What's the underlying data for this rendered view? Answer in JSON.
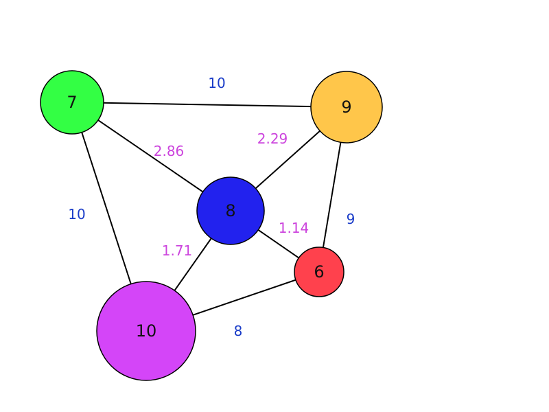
{
  "title": "Weighted graph",
  "colors": {
    "integer_weight": "#1a3cc8",
    "fraction_weight": "#cc44dd"
  },
  "nodes": [
    {
      "id": "n7",
      "label": "7",
      "color": "#33ff44",
      "size": 7
    },
    {
      "id": "n9",
      "label": "9",
      "color": "#ffc64a",
      "size": 9
    },
    {
      "id": "n8",
      "label": "8",
      "color": "#2222ee",
      "size": 8
    },
    {
      "id": "n6",
      "label": "6",
      "color": "#ff414d",
      "size": 6
    },
    {
      "id": "n10",
      "label": "10",
      "color": "#d445f8",
      "size": 10
    }
  ],
  "edges": [
    {
      "from": "n7",
      "to": "n9",
      "weight": "10",
      "kind": "integer_weight"
    },
    {
      "from": "n7",
      "to": "n10",
      "weight": "10",
      "kind": "integer_weight"
    },
    {
      "from": "n7",
      "to": "n8",
      "weight": "2.86",
      "kind": "fraction_weight"
    },
    {
      "from": "n9",
      "to": "n8",
      "weight": "2.29",
      "kind": "fraction_weight"
    },
    {
      "from": "n9",
      "to": "n6",
      "weight": "9",
      "kind": "integer_weight"
    },
    {
      "from": "n8",
      "to": "n6",
      "weight": "1.14",
      "kind": "fraction_weight"
    },
    {
      "from": "n8",
      "to": "n10",
      "weight": "1.71",
      "kind": "fraction_weight"
    },
    {
      "from": "n10",
      "to": "n6",
      "weight": "8",
      "kind": "integer_weight"
    }
  ]
}
